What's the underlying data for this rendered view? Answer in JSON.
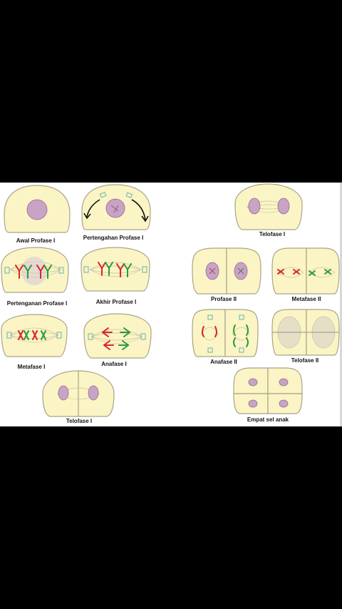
{
  "diagram": {
    "labels": {
      "awal_profase_1": "Awal Profase  I",
      "pertengahan_profase_1": "Pertengahan Profase  I",
      "pertenganan_profase_1": "Pertenganan Profase  I",
      "akhir_profase_1": "Akhir Profase  I",
      "metafase_1": "Metafase  I",
      "anafase_1": "Anafase I",
      "telofase_1_left": "Telofase I",
      "telofase_1_right": "Telofase I",
      "profase_2": "Profase II",
      "metafase_2": "Metafase II",
      "anafase_2": "Anafase II",
      "telofase_2": "Telofase II",
      "empat_sel_anak": "Empat sel anak"
    },
    "colors": {
      "cell_fill": "#fbf4c4",
      "cell_stroke": "#a9a48a",
      "nucleus": "#c9a3c6",
      "chromosome_red": "#d6262a",
      "chromosome_green": "#2e9b3b",
      "centrosome": "#9fd0c8"
    }
  }
}
